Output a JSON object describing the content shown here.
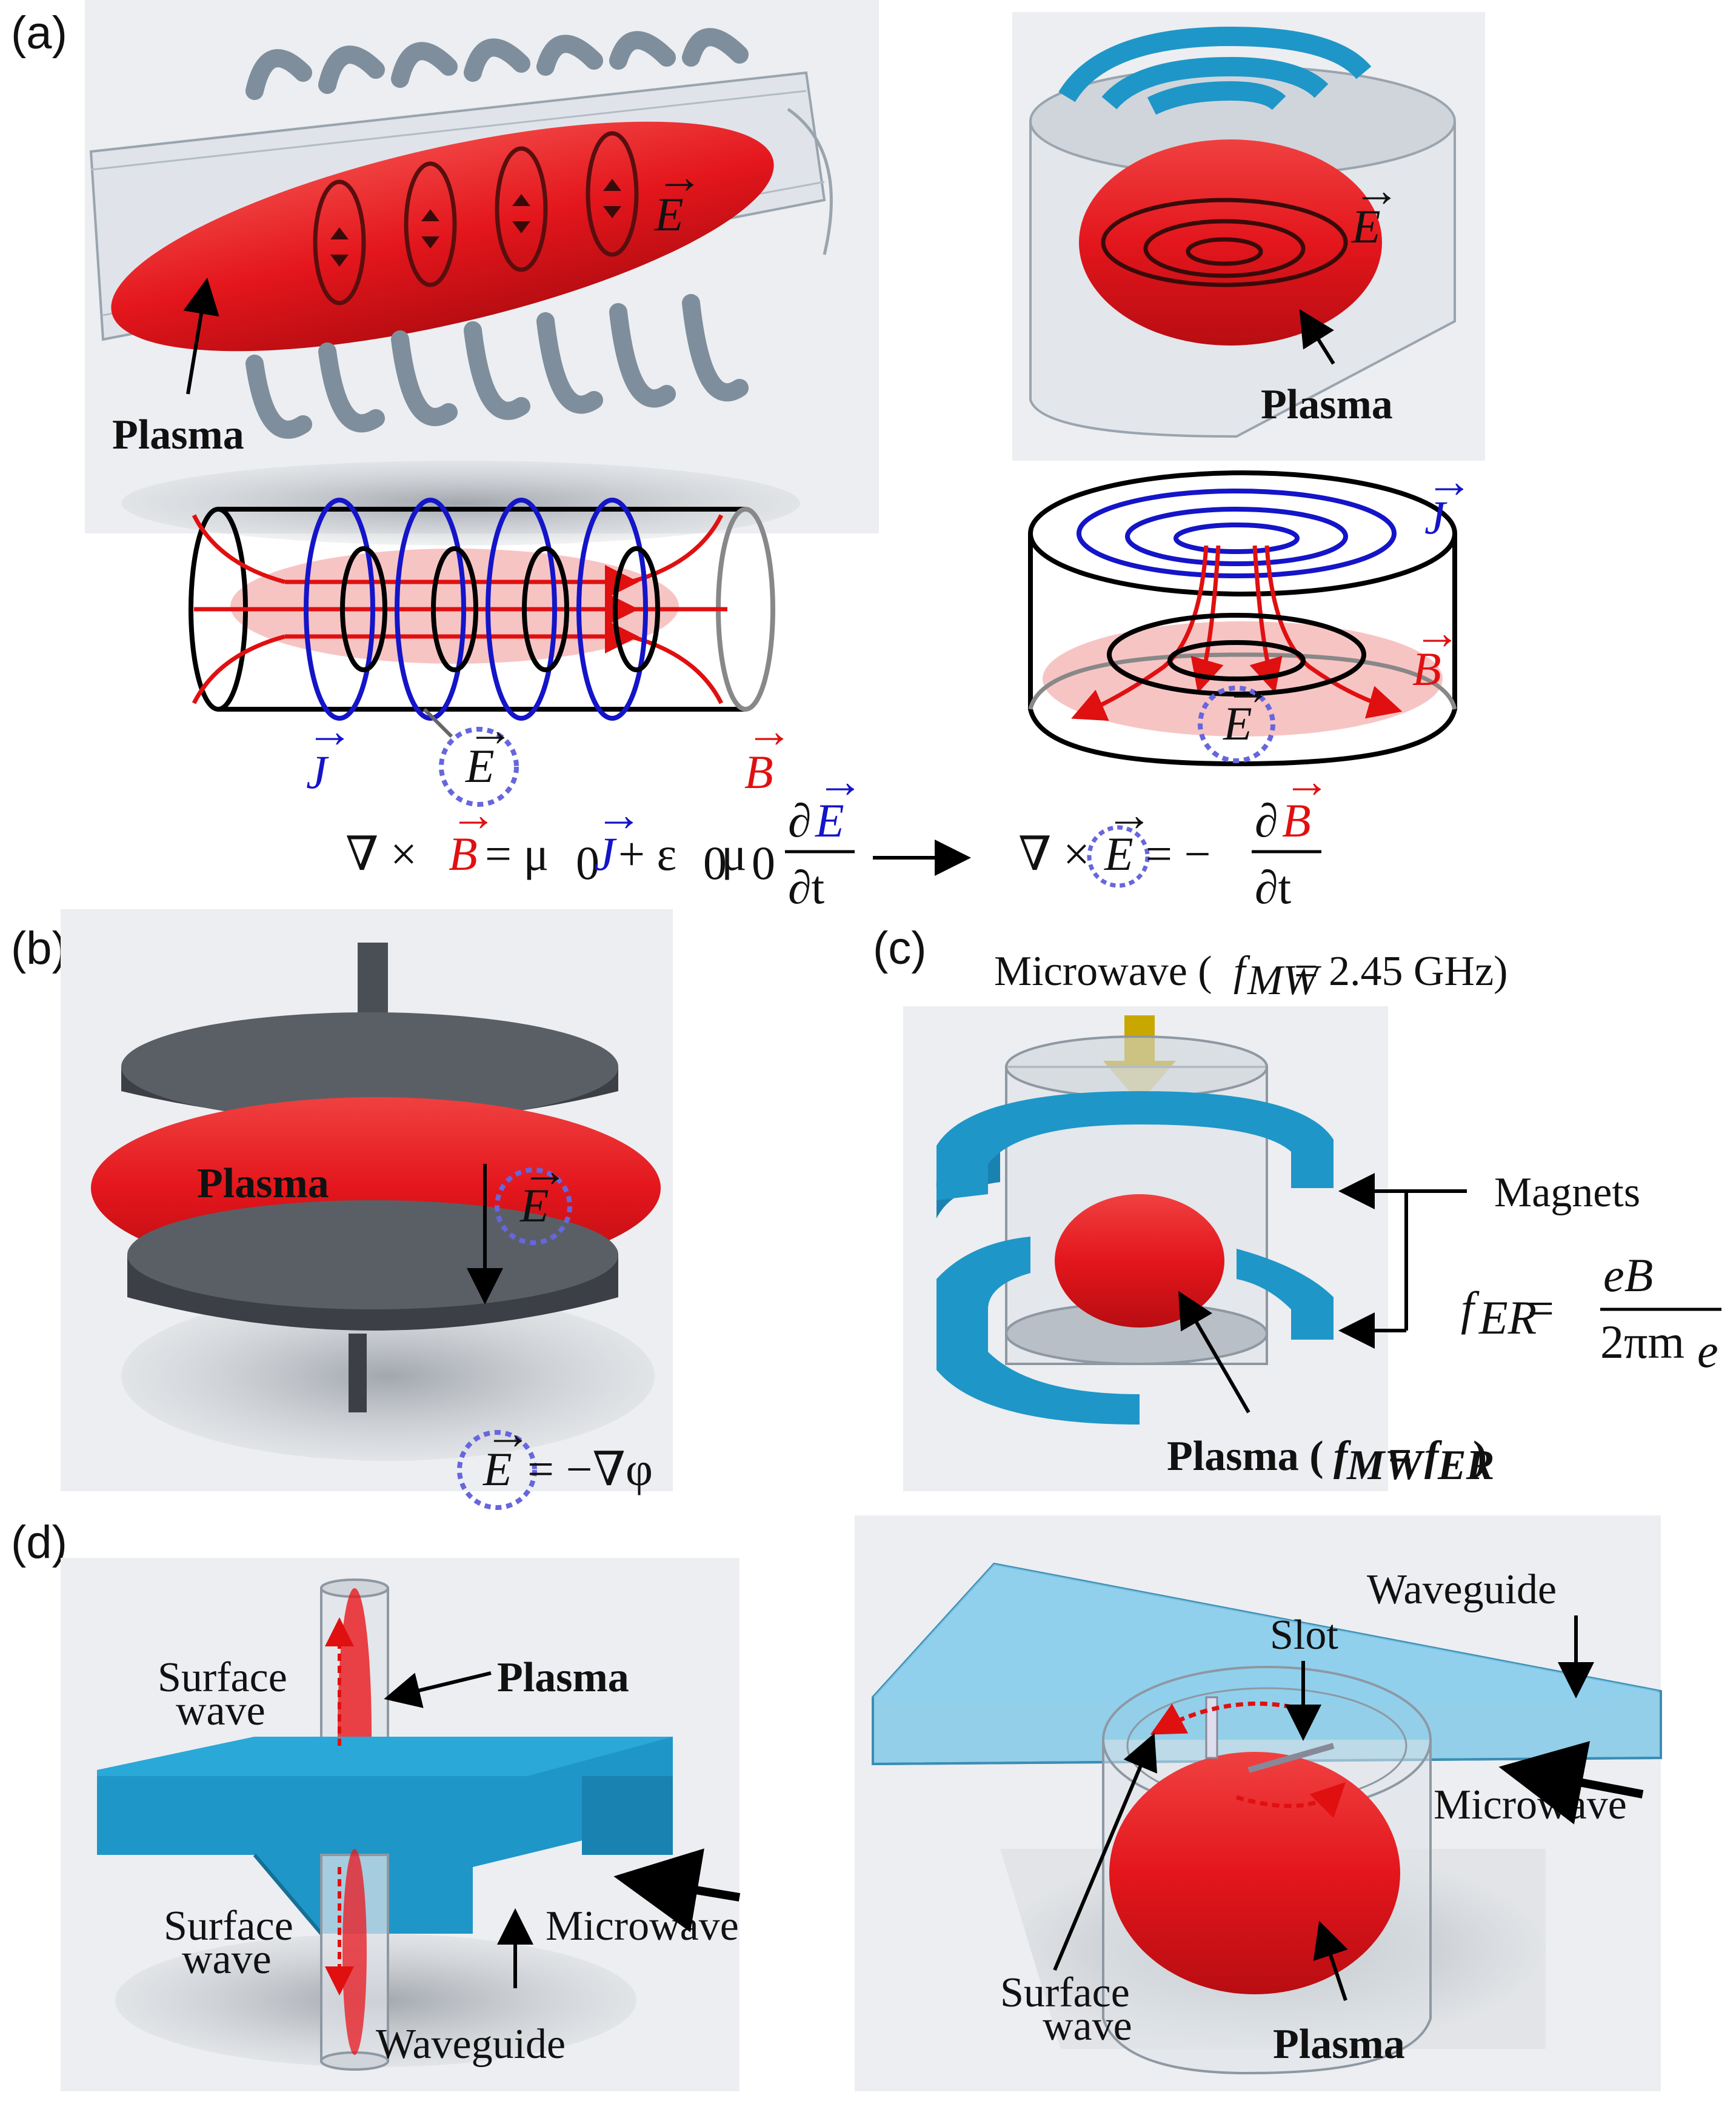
{
  "panels": {
    "a": "(a)",
    "b": "(b)",
    "c": "(c)",
    "d": "(d)"
  },
  "symbols": {
    "E": "E",
    "J": "J",
    "B": "B",
    "vec": "→"
  },
  "labels": {
    "plasma": "Plasma",
    "microwave": "Microwave",
    "microwave_source_prefix": "Microwave (",
    "f": "f",
    "sub_MW": "MW",
    "sub_ER": "ER",
    "freq_value": " = 2.45 GHz)",
    "magnets": "Magnets",
    "plasma_condition_prefix": "Plasma (",
    "equals": " = ",
    "close_paren": ")",
    "surface": "Surface",
    "wave": "wave",
    "waveguide": "Waveguide",
    "slot": "Slot"
  },
  "equations": {
    "ampere_lhs": "∇ × ",
    "ampere_mid": " = μ",
    "ampere_sub0": "0",
    "ampere_plus": " + ε",
    "ampere_mu": "μ",
    "frac_num": "∂",
    "frac_den": "∂t",
    "faraday_lhs": "∇ × ",
    "faraday_eq": " = −",
    "b_eq": " = −∇φ",
    "er_lhs_sub": "ER",
    "er_eq": " = ",
    "er_num": "eB",
    "er_den": "2πm",
    "er_den_sub": "e"
  },
  "colors": {
    "plasma": "#e8161c",
    "coil": "#7e8e9c",
    "blue_device": "#1f96c8",
    "electrode": "#4a4f55",
    "current": "#1414c8",
    "field": "#e01010",
    "circle": "#6666dd",
    "arrow_gold": "#c8a800"
  }
}
